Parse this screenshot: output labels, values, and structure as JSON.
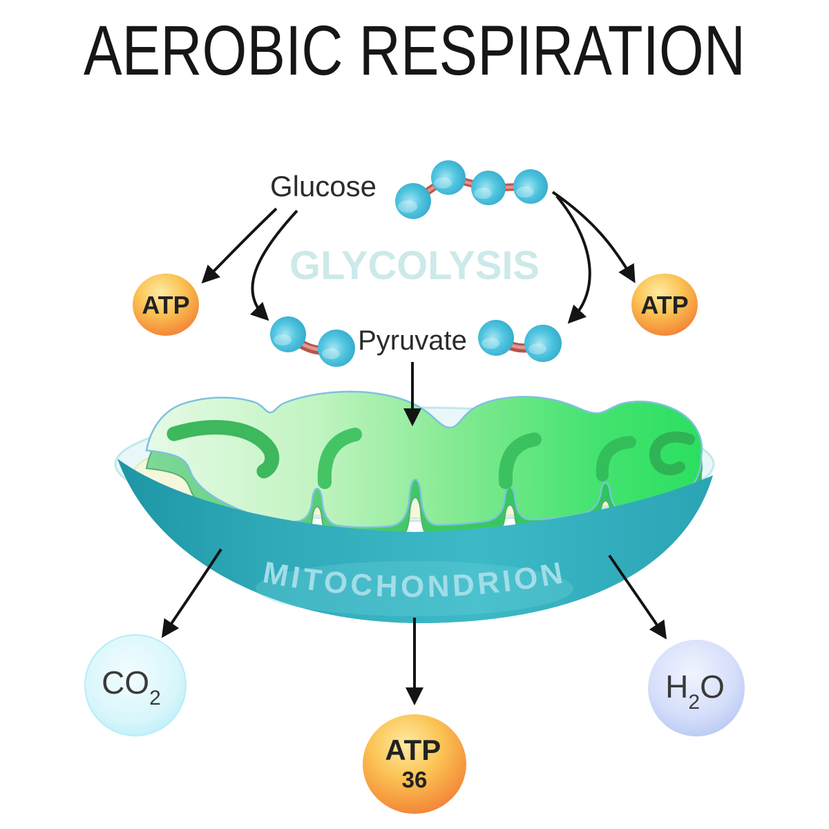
{
  "title": "AEROBIC RESPIRATION",
  "stages": {
    "glycolysis": "GLYCOLYSIS",
    "mitochondrion": "MITOCHONDRION"
  },
  "molecules": {
    "glucose": "Glucose",
    "pyruvate": "Pyruvate"
  },
  "products": {
    "atp_left": "ATP",
    "atp_right": "ATP",
    "co2": {
      "formula": "CO",
      "subscript": "2"
    },
    "h2o": {
      "h": "H",
      "subscript": "2",
      "o": "O"
    },
    "atp_yield": {
      "label": "ATP",
      "count": "36"
    }
  },
  "colors": {
    "title_text": "#161616",
    "glycolysis_watermark": "#cde9ea",
    "mitochondrion_label": "#a2dde8",
    "sphere_blue": "#3fbcd9",
    "bond_red": "#c0504d",
    "atp_orange": "#f59b3c",
    "co2_fill": "#c7f1f9",
    "h2o_fill": "#bcc9f2",
    "bowl_teal": "#35b3c2",
    "cristae_green": "#3ce066",
    "matrix_cream": "#f4f7dc",
    "arrow_black": "#1a1a1a"
  }
}
